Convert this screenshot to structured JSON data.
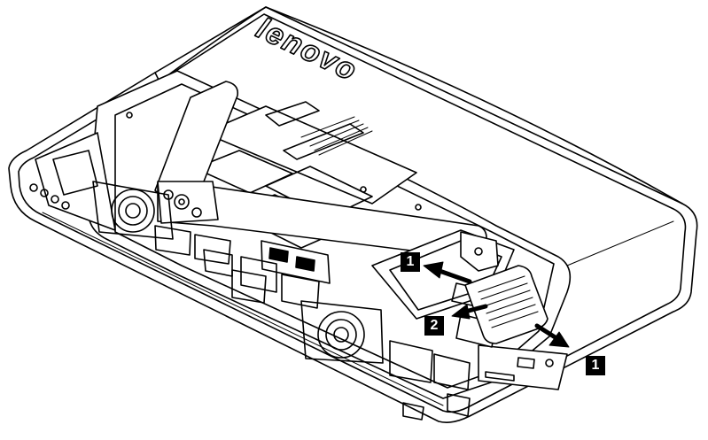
{
  "figure": {
    "brand": "lenovo",
    "callouts": [
      {
        "label": "1"
      },
      {
        "label": "2"
      },
      {
        "label": "1"
      }
    ]
  }
}
